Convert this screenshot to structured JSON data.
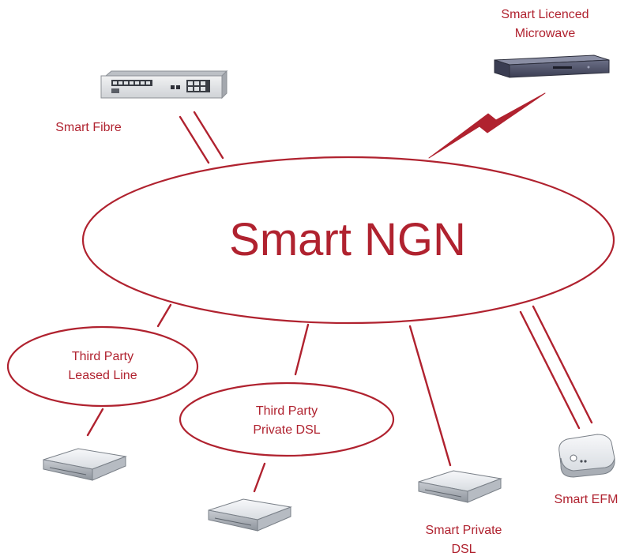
{
  "core_network": {
    "label": "Smart NGN"
  },
  "nodes": {
    "smart_fibre": {
      "label": "Smart Fibre",
      "device_icon": "rack-router-icon"
    },
    "smart_microwave": {
      "label_line1": "Smart Licenced",
      "label_line2": "Microwave",
      "device_icon": "microwave-radio-unit-icon"
    },
    "leased_line": {
      "label_line1": "Third Party",
      "label_line2": "Leased Line",
      "device_icon": "modem-icon"
    },
    "third_party_dsl": {
      "label_line1": "Third Party",
      "label_line2": "Private DSL",
      "device_icon": "modem-icon"
    },
    "smart_private_dsl": {
      "label_line1": "Smart Private",
      "label_line2": "DSL",
      "device_icon": "modem-icon"
    },
    "smart_efm": {
      "label": "Smart EFM",
      "device_icon": "efm-box-icon"
    }
  },
  "colors": {
    "accent": "#b0222f",
    "device_body": "#e9ecef",
    "device_dark": "#2c2e3c"
  }
}
